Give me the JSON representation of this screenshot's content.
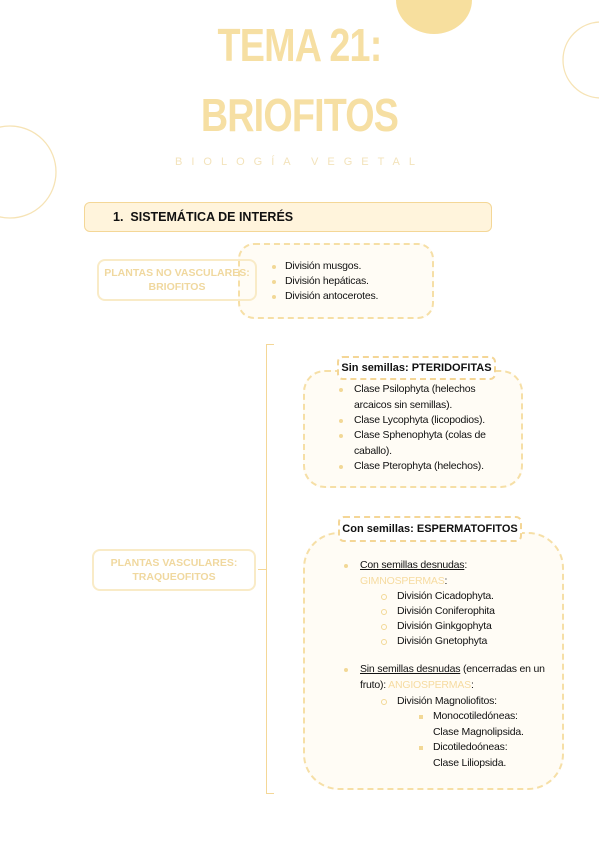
{
  "header": {
    "title_line1": "TEMA 21:",
    "title_line2": "BRIOFITOS",
    "subtitle": "BIOLOGÍA VEGETAL"
  },
  "section": {
    "number": "1.",
    "title": "SISTEMÁTICA DE INTERÉS"
  },
  "no_vasculares": {
    "label_line1": "PLANTAS NO VASCULARES:",
    "label_line2": "BRIOFITOS",
    "items": [
      "División musgos.",
      "División hepáticas.",
      "División antocerotes."
    ]
  },
  "vasculares": {
    "label_line1": "PLANTAS VASCULARES:",
    "label_line2": "TRAQUEOFITOS"
  },
  "pteridofitas": {
    "pill": "Sin semillas: PTERIDOFITAS",
    "items": [
      "Clase Psilophyta (helechos arcaicos sin semillas).",
      "Clase Lycophyta (licopodios).",
      "Clase Sphenophyta (colas de caballo).",
      "Clase Pterophyta (helechos)."
    ]
  },
  "espermatofitos": {
    "pill": "Con semillas: ESPERMATOFITOS",
    "gimno_head": "Con semillas desnudas",
    "gimno_colon": ":",
    "gimno_name": "GIMNOSPERMAS",
    "gimno_colon2": ":",
    "gimno_items": [
      "División Cicadophyta.",
      "División Coniferophita",
      "División Ginkgophyta",
      "División Gnetophyta"
    ],
    "angio_head": "Sin semillas desnudas",
    "angio_rest": " (encerradas en un fruto): ",
    "angio_name": "ANGIOSPERMAS",
    "angio_colon": ":",
    "magno": "División Magnoliofitos:",
    "mono_1": "Monocotiledóneas:",
    "mono_2": "Clase Magnolipsida.",
    "dico_1": "Dicotiledoóneas:",
    "dico_2": "Clase Liliopsida."
  }
}
